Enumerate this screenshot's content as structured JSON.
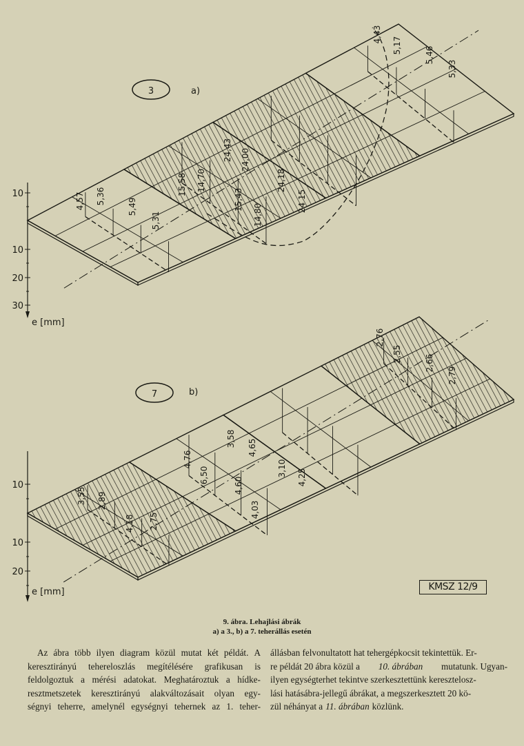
{
  "figure": {
    "panel_a": {
      "load_position": "3",
      "panel_label": "a)",
      "axis_ticks": [
        "10",
        "10",
        "20",
        "30"
      ],
      "axis_label": "e [mm]",
      "values": [
        "4,57",
        "5,36",
        "5,49",
        "5,31",
        "15,58",
        "14,70",
        "24,43",
        "24,00",
        "15,43",
        "14,80",
        "24,18",
        "24 15",
        "4,43",
        "5,17",
        "5,46",
        "5,33"
      ]
    },
    "panel_b": {
      "load_position": "7",
      "panel_label": "b)",
      "axis_ticks": [
        "10",
        "10",
        "20"
      ],
      "axis_label": "e [mm]",
      "values": [
        "3,55",
        "2,89",
        "4,18",
        "2,75",
        "4,76",
        "6,50",
        "3,58",
        "4,65",
        "4,60",
        "4,03",
        "3,10",
        "4,25",
        "2,76",
        "2,55",
        "2,66",
        "2,79"
      ]
    },
    "stamp": "KMSZ 12/9"
  },
  "caption": {
    "title": "9. ábra. Lehajlási ábrák",
    "subtitle": "a) a 3., b) a 7. teherállás esetén"
  },
  "body": {
    "col1": [
      "Az ábra több ilyen diagram közül mutat két példát. A",
      "keresztirányú tehereloszlás megítélésére grafikusan is",
      "feldolgoztuk a mérési adatokat. Meghatároztuk a hídke-",
      "resztmetszetek keresztirányú alakváltozásait olyan egy-",
      "ségnyi teherre, amelynél egységnyi tehernek az 1. teher-"
    ],
    "col2": [
      {
        "a": "állásban felvonultatott hat tehergépkocsit tekintettük. Er-"
      },
      {
        "a": "re példát 20 ábra közül a",
        "i": "10. ábrában",
        "b": "mutatunk. Ugyan-"
      },
      {
        "a": "ilyen egységterhet tekintve szerkesztettünk keresztelosz-"
      },
      {
        "a": "lási hatásábra-jellegű ábrákat, a megszerkesztett 20 kö-"
      },
      {
        "a": "zül néhányat a",
        "i": "11. ábrában",
        "b": "közlünk."
      }
    ]
  },
  "colors": {
    "paper": "#d5d1b6",
    "ink": "#1a1a14"
  }
}
